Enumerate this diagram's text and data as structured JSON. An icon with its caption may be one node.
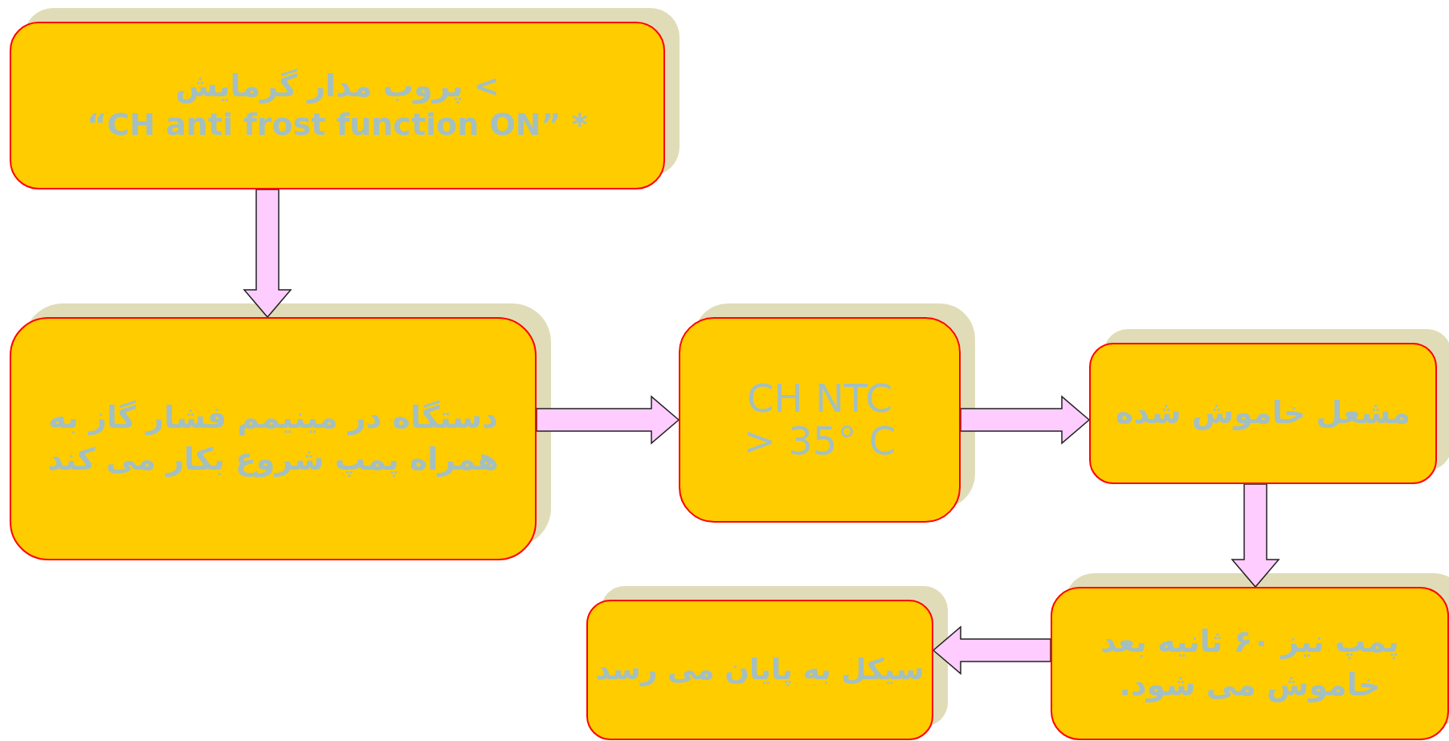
{
  "diagram": {
    "nodes": [
      {
        "text": [
          "> پروب مدار گرمایش",
          "“CH anti frost function ON” *"
        ]
      },
      {
        "text": [
          "دستگاه در مینیمم فشار گاز به همراه پمپ شروع بکار می کند"
        ]
      },
      {
        "text": [
          "CH NTC > 35° C"
        ]
      },
      {
        "text": [
          "مشعل خاموش شده"
        ]
      },
      {
        "text": [
          "پمپ نیز ۶۰ ثانیه بعد خاموش می شود."
        ]
      },
      {
        "text": [
          "سیکل به پایان می رسد"
        ]
      }
    ],
    "edges": [
      {
        "from": 0,
        "to": 1,
        "arrow": "to"
      },
      {
        "from": 1,
        "to": 2,
        "arrow": "to"
      },
      {
        "from": 2,
        "to": 3,
        "arrow": "to"
      },
      {
        "from": 3,
        "to": 4,
        "arrow": "to"
      },
      {
        "from": 4,
        "to": 5,
        "arrow": "to"
      }
    ]
  }
}
